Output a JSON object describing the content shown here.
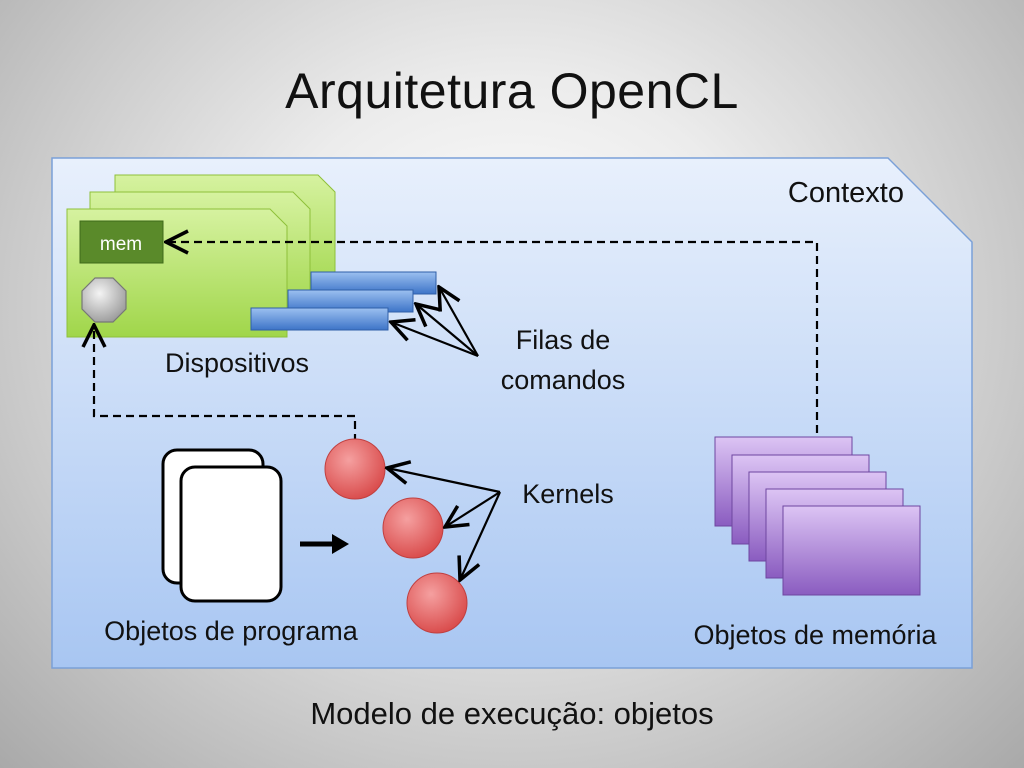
{
  "slide": {
    "title": "Arquitetura OpenCL",
    "subtitle": "Modelo de execução: objetos"
  },
  "diagram": {
    "context_label": "Contexto",
    "mem_label": "mem",
    "devices_label": "Dispositivos",
    "queues_label_line1": "Filas de",
    "queues_label_line2": "comandos",
    "kernels_label": "Kernels",
    "programs_label": "Objetos de programa",
    "memory_objects_label": "Objetos de memória"
  },
  "colors": {
    "context_fill": "#bcd3f5",
    "device_green": "#a6d94a",
    "mem_box": "#5a8a2a",
    "queue_blue": "#4f86d8",
    "kernel_red": "#e05a5a",
    "memory_purple": "#9a6fc9"
  }
}
